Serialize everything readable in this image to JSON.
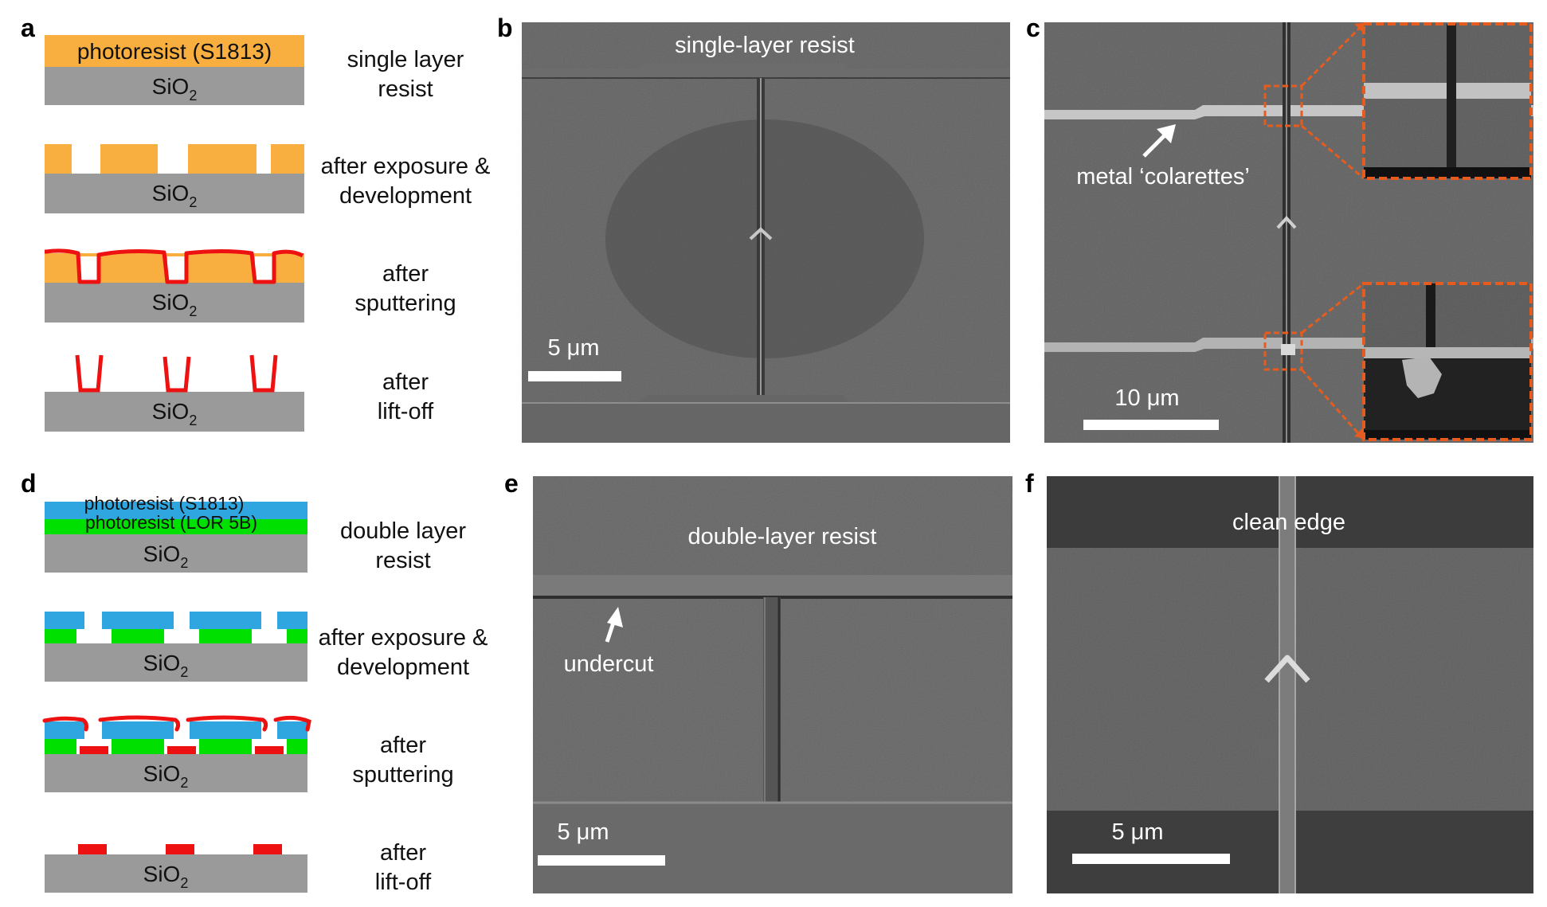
{
  "panel_labels": {
    "a": "a",
    "b": "b",
    "c": "c",
    "d": "d",
    "e": "e",
    "f": "f"
  },
  "colors": {
    "photoresist_s1813_single": "#f9ae40",
    "photoresist_s1813_double": "#2fa6e0",
    "photoresist_lor5b": "#00e000",
    "substrate": "#9a9a9a",
    "metal": "#ee1111",
    "inset_border": "#e65c1e"
  },
  "substrate_label": {
    "base": "SiO",
    "sub": "2"
  },
  "panel_a": {
    "layer_label": "photoresist (S1813)",
    "steps": [
      {
        "line1": "single layer",
        "line2": "resist"
      },
      {
        "line1": "after exposure &",
        "line2": "development"
      },
      {
        "line1": "after",
        "line2": "sputtering"
      },
      {
        "line1": "after",
        "line2": "lift-off"
      }
    ]
  },
  "panel_d": {
    "top_layer_label": "photoresist (S1813)",
    "bottom_layer_label": "photoresist (LOR 5B)",
    "steps": [
      {
        "line1": "double layer",
        "line2": "resist"
      },
      {
        "line1": "after exposure &",
        "line2": "development"
      },
      {
        "line1": "after",
        "line2": "sputtering"
      },
      {
        "line1": "after",
        "line2": "lift-off"
      }
    ]
  },
  "panel_b": {
    "title": "single-layer resist",
    "scale": "5 μm"
  },
  "panel_c": {
    "annotation": "metal ‘colarettes’",
    "scale": "10 μm"
  },
  "panel_e": {
    "title": "double-layer resist",
    "annotation": "undercut",
    "scale": "5 μm"
  },
  "panel_f": {
    "title": "clean edge",
    "scale": "5 μm"
  }
}
